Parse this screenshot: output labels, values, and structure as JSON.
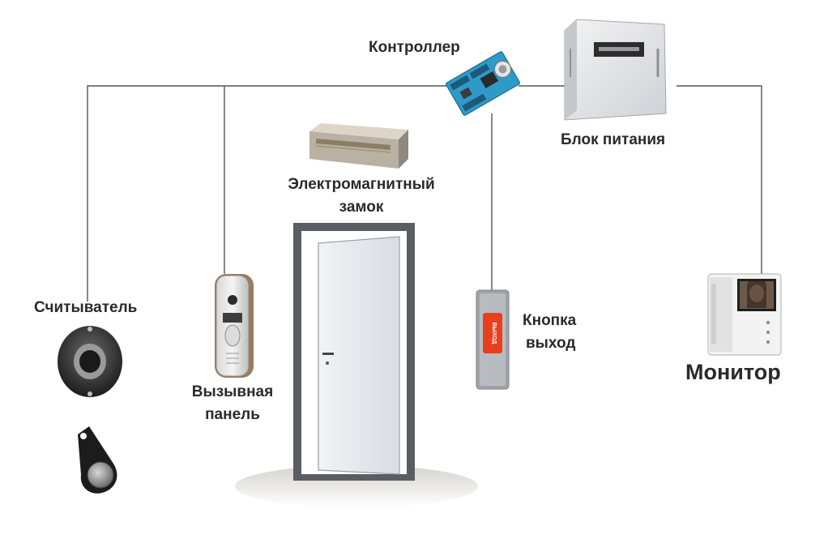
{
  "labels": {
    "controller": "Контроллер",
    "power_supply": "Блок питания",
    "lock_line1": "Электромагнитный",
    "lock_line2": "замок",
    "reader": "Считыватель",
    "call_panel_line1": "Вызывная",
    "call_panel_line2": "панель",
    "exit_button_line1": "Кнопка",
    "exit_button_line2": "выход",
    "monitor": "Монитор"
  },
  "device_text": {
    "exit_button_text": "ВЫХОД"
  },
  "colors": {
    "wire": "#555555",
    "label": "#2a2a2a",
    "door": "#e4e8ec",
    "controller_board": "#2e9ac8",
    "exit_button_red": "#e8401c",
    "power_box": "#e9eaec",
    "monitor_body": "#f3f3f3"
  }
}
